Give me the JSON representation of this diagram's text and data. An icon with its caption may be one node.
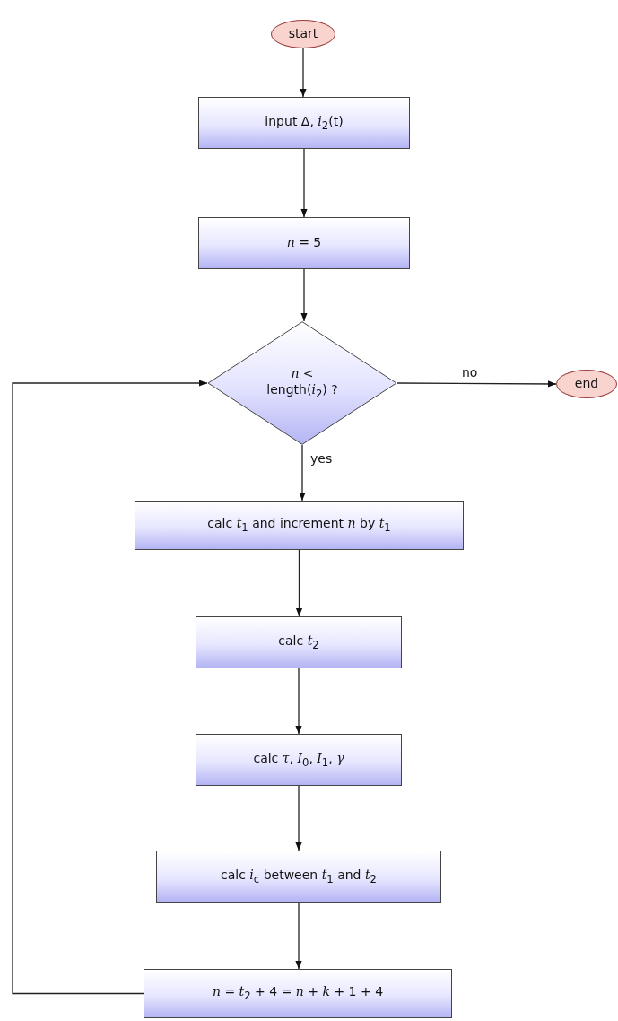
{
  "diagram": {
    "nodes": [
      {
        "text": [
          "start"
        ]
      },
      {
        "text": [
          "input Δ, *i*$_{2}$(t)"
        ]
      },
      {
        "text": [
          "*n* = 5"
        ]
      },
      {
        "text": [
          "*n* < length(*i*$_{2}$) ?"
        ]
      },
      {
        "text": [
          "end"
        ]
      },
      {
        "text": [
          "calc *t*$_{1}$ and increment *n* by *t*$_{1}$"
        ]
      },
      {
        "text": [
          "calc *t*$_{2}$"
        ]
      },
      {
        "text": [
          "calc *τ*, *I*$_{0}$, *I*$_{1}$, *γ*"
        ]
      },
      {
        "text": [
          "calc *i*$_{c}$ between *t*$_{1}$ and *t*$_{2}$"
        ]
      },
      {
        "text": [
          "*n* = *t*$_{2}$ + 4 = *n* + *k* + 1 + 4"
        ]
      }
    ],
    "edges": [
      {
        "from": 0,
        "to": 1,
        "arrow": "to"
      },
      {
        "from": 1,
        "to": 2,
        "arrow": "to"
      },
      {
        "from": 2,
        "to": 3,
        "arrow": "to"
      },
      {
        "from": 3,
        "to": 4,
        "arrow": "to",
        "label": "no"
      },
      {
        "from": 3,
        "to": 5,
        "arrow": "to",
        "label": "yes"
      },
      {
        "from": 5,
        "to": 6,
        "arrow": "to"
      },
      {
        "from": 6,
        "to": 7,
        "arrow": "to"
      },
      {
        "from": 7,
        "to": 8,
        "arrow": "to"
      },
      {
        "from": 8,
        "to": 9,
        "arrow": "to"
      },
      {
        "from": 9,
        "to": 3,
        "arrow": "to"
      }
    ]
  }
}
